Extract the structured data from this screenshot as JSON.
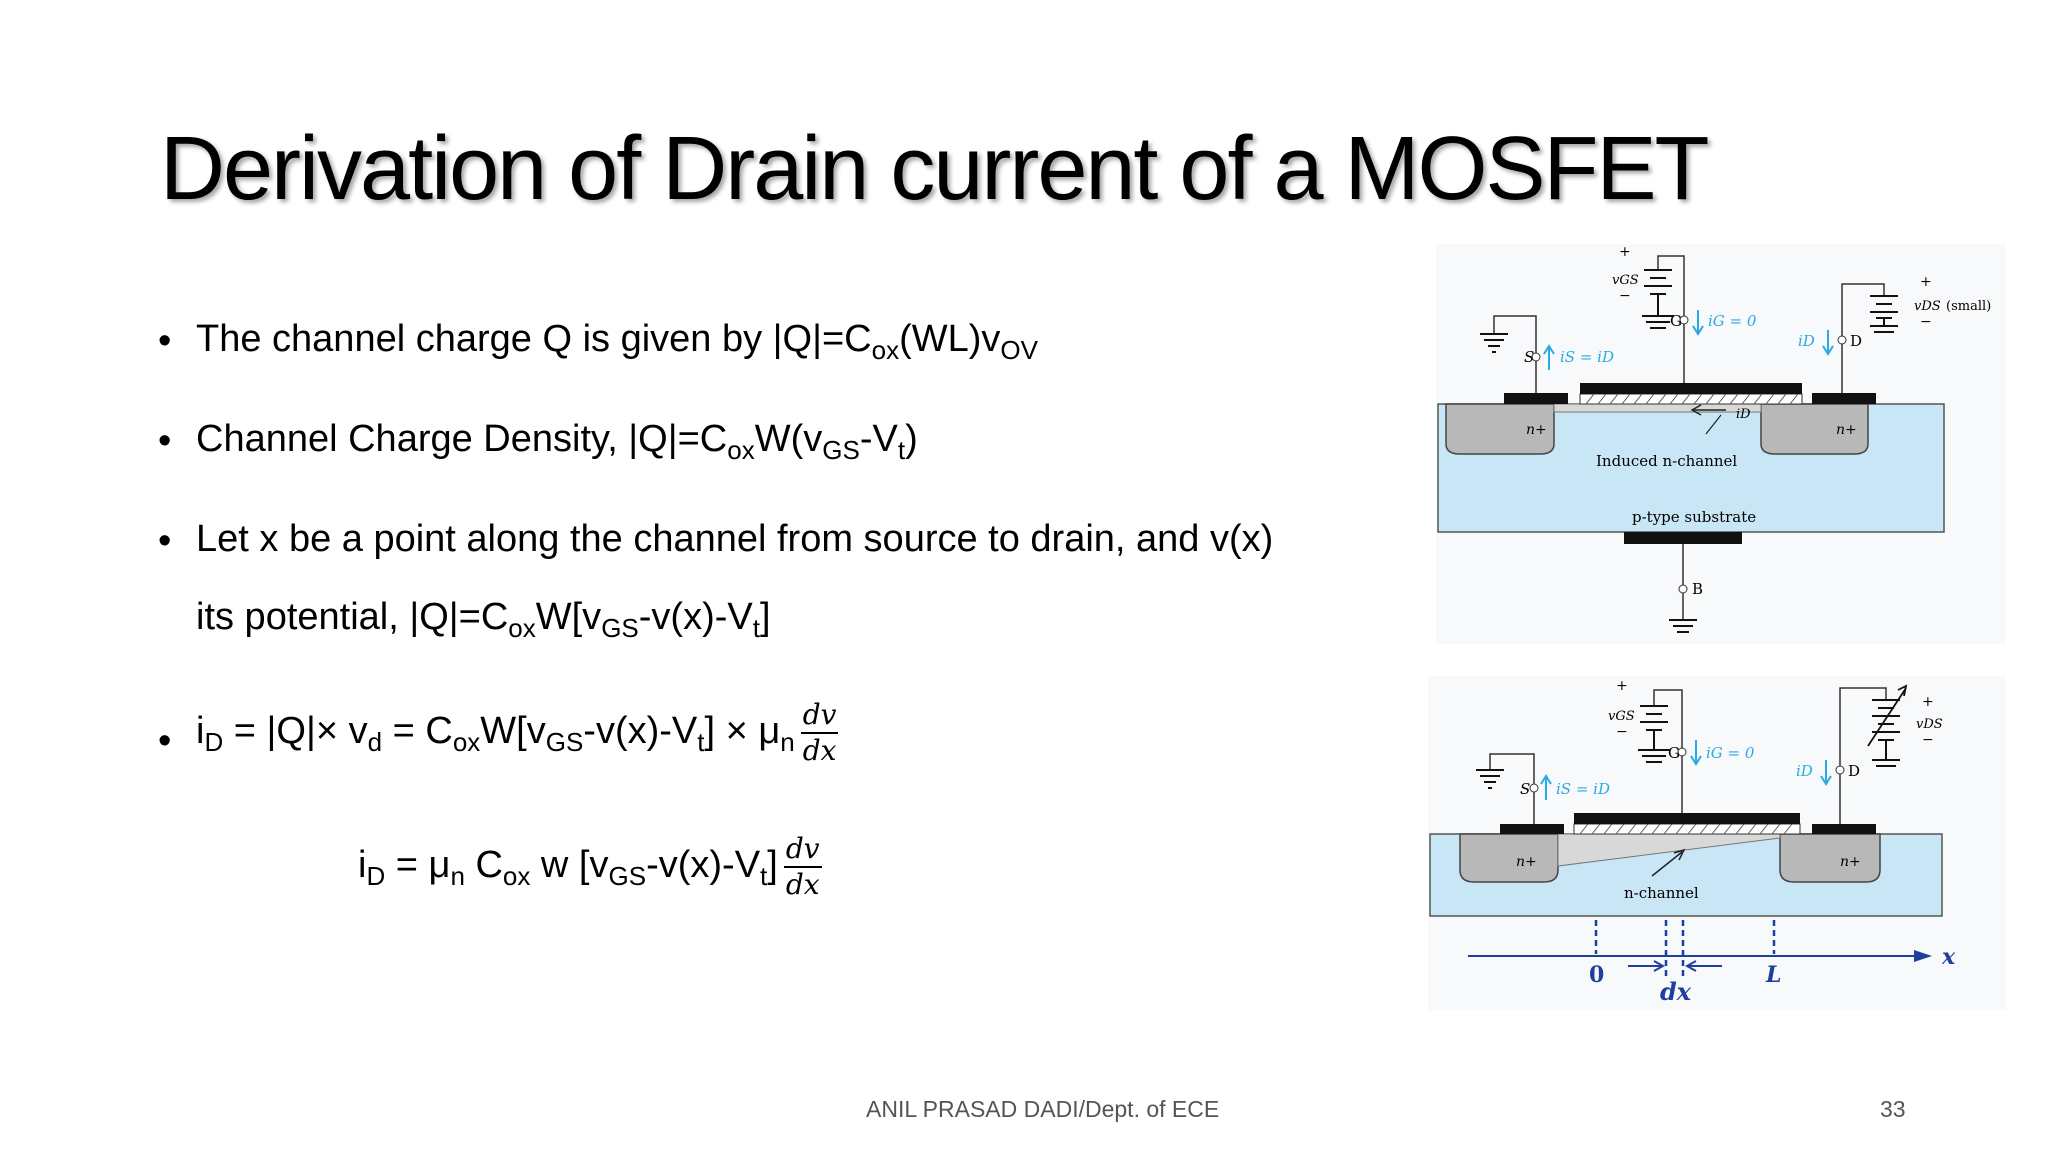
{
  "title": "Derivation of Drain current of a MOSFET",
  "bullets": {
    "b1": {
      "a": "The channel charge Q is given by |Q|=C",
      "s1": "ox",
      "b": "(WL)v",
      "s2": "OV"
    },
    "b2": {
      "a": "Channel Charge Density, |Q|=C",
      "s1": "ox",
      "b": "W(v",
      "s2": "GS",
      "c": "-V",
      "s3": "t",
      "d": ")"
    },
    "b3": {
      "line1": "Let x be a point along the channel from source to drain, and  v(x)",
      "a": "its potential, |Q|=C",
      "s1": "ox",
      "b": "W[v",
      "s2": "GS",
      "c": "-v(x)-V",
      "s3": "t",
      "d": "]"
    },
    "b4": {
      "a": "i",
      "s1": "D",
      "b": " = |Q|× v",
      "s2": "d",
      "c": " = C",
      "s3": "ox",
      "d": "W[v",
      "s4": "GS",
      "e": "-v(x)-V",
      "s5": "t",
      "f": "] × μ",
      "s6": "n",
      "num": "dv",
      "den": "dx"
    },
    "eq": {
      "a": "i",
      "s1": "D",
      "b": "  = μ",
      "s2": "n",
      "c": " C",
      "s3": "ox",
      "d": " w [v",
      "s4": "GS",
      "e": "-v(x)-V",
      "s5": "t",
      "f": "]",
      "num": "dv",
      "den": "dx"
    }
  },
  "footer": {
    "author": "ANIL PRASAD DADI/Dept. of ECE",
    "page": "33"
  },
  "diagram1": {
    "vgs": "vGS",
    "vds": "vDS",
    "small": "(small)",
    "G": "G",
    "D": "D",
    "S": "S",
    "B": "B",
    "ig": "iG = 0",
    "is": "iS = iD",
    "id": "iD",
    "iD_channel": "iD",
    "nplus": "n+",
    "induced": "Induced n-channel",
    "substrate": "p-type substrate",
    "plus": "+",
    "minus": "−"
  },
  "diagram2": {
    "vgs": "vGS",
    "vds": "vDS",
    "G": "G",
    "D": "D",
    "S": "S",
    "ig": "iG = 0",
    "is": "iS = iD",
    "id": "iD",
    "nplus": "n+",
    "channel": "n-channel",
    "zero": "0",
    "dx": "dx",
    "L": "L",
    "x": "x",
    "plus": "+",
    "minus": "−"
  },
  "colors": {
    "substrate": "#c8e6f5",
    "nplus": "#b8b8b8",
    "cyan": "#29abe2",
    "blue": "#1f3f9f"
  }
}
